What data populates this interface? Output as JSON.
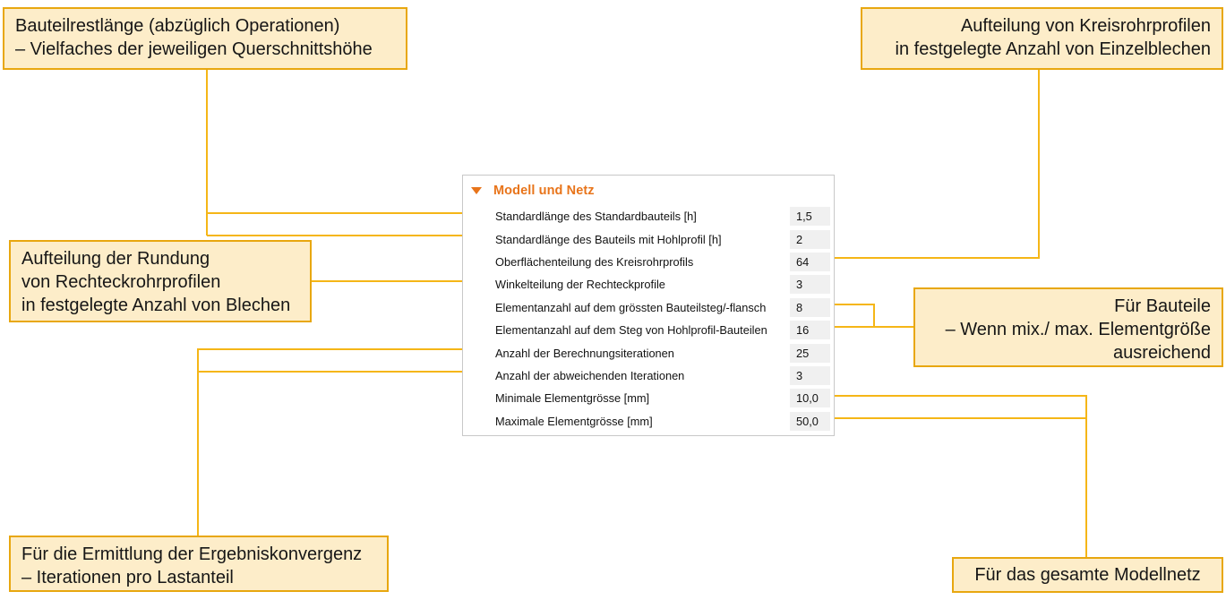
{
  "panel": {
    "title": "Modell und Netz",
    "collapse_icon": "triangle-down-icon",
    "accent_color": "#e8741a",
    "rows": [
      {
        "label": "Standardlänge des Standardbauteils [h]",
        "value": "1,5"
      },
      {
        "label": "Standardlänge des Bauteils mit Hohlprofil [h]",
        "value": "2"
      },
      {
        "label": "Oberflächenteilung des Kreisrohrprofils",
        "value": "64"
      },
      {
        "label": "Winkelteilung der Rechteckprofile",
        "value": "3"
      },
      {
        "label": "Elementanzahl auf dem grössten Bauteilsteg/-flansch",
        "value": "8"
      },
      {
        "label": "Elementanzahl auf dem Steg von Hohlprofil-Bauteilen",
        "value": "16"
      },
      {
        "label": "Anzahl der Berechnungsiterationen",
        "value": "25"
      },
      {
        "label": "Anzahl der abweichenden Iterationen",
        "value": "3"
      },
      {
        "label": "Minimale Elementgrösse [mm]",
        "value": "10,0"
      },
      {
        "label": "Maximale Elementgrösse [mm]",
        "value": "50,0"
      }
    ]
  },
  "callouts": {
    "top_left": "Bauteilrestlänge (abzüglich Operationen)\n– Vielfaches der jeweiligen Querschnittshöhe",
    "top_right": "Aufteilung von Kreisrohrprofilen\nin festgelegte Anzahl von Einzelblechen",
    "mid_left": "Aufteilung der Rundung\nvon Rechteckrohrprofilen\nin festgelegte Anzahl von Blechen",
    "mid_right": "Für Bauteile\n– Wenn mix./ max. Elementgröße\nausreichend",
    "bottom_left": "Für die Ermittlung der Ergebniskonvergenz\n– Iterationen pro Lastanteil",
    "bottom_right": "Für das gesamte Modellnetz"
  },
  "colors": {
    "callout_fill": "#fdedc9",
    "callout_border": "#e8a70f",
    "connector": "#f5b617",
    "value_cell": "#f0f0f0",
    "panel_border": "#c8c8c8"
  }
}
